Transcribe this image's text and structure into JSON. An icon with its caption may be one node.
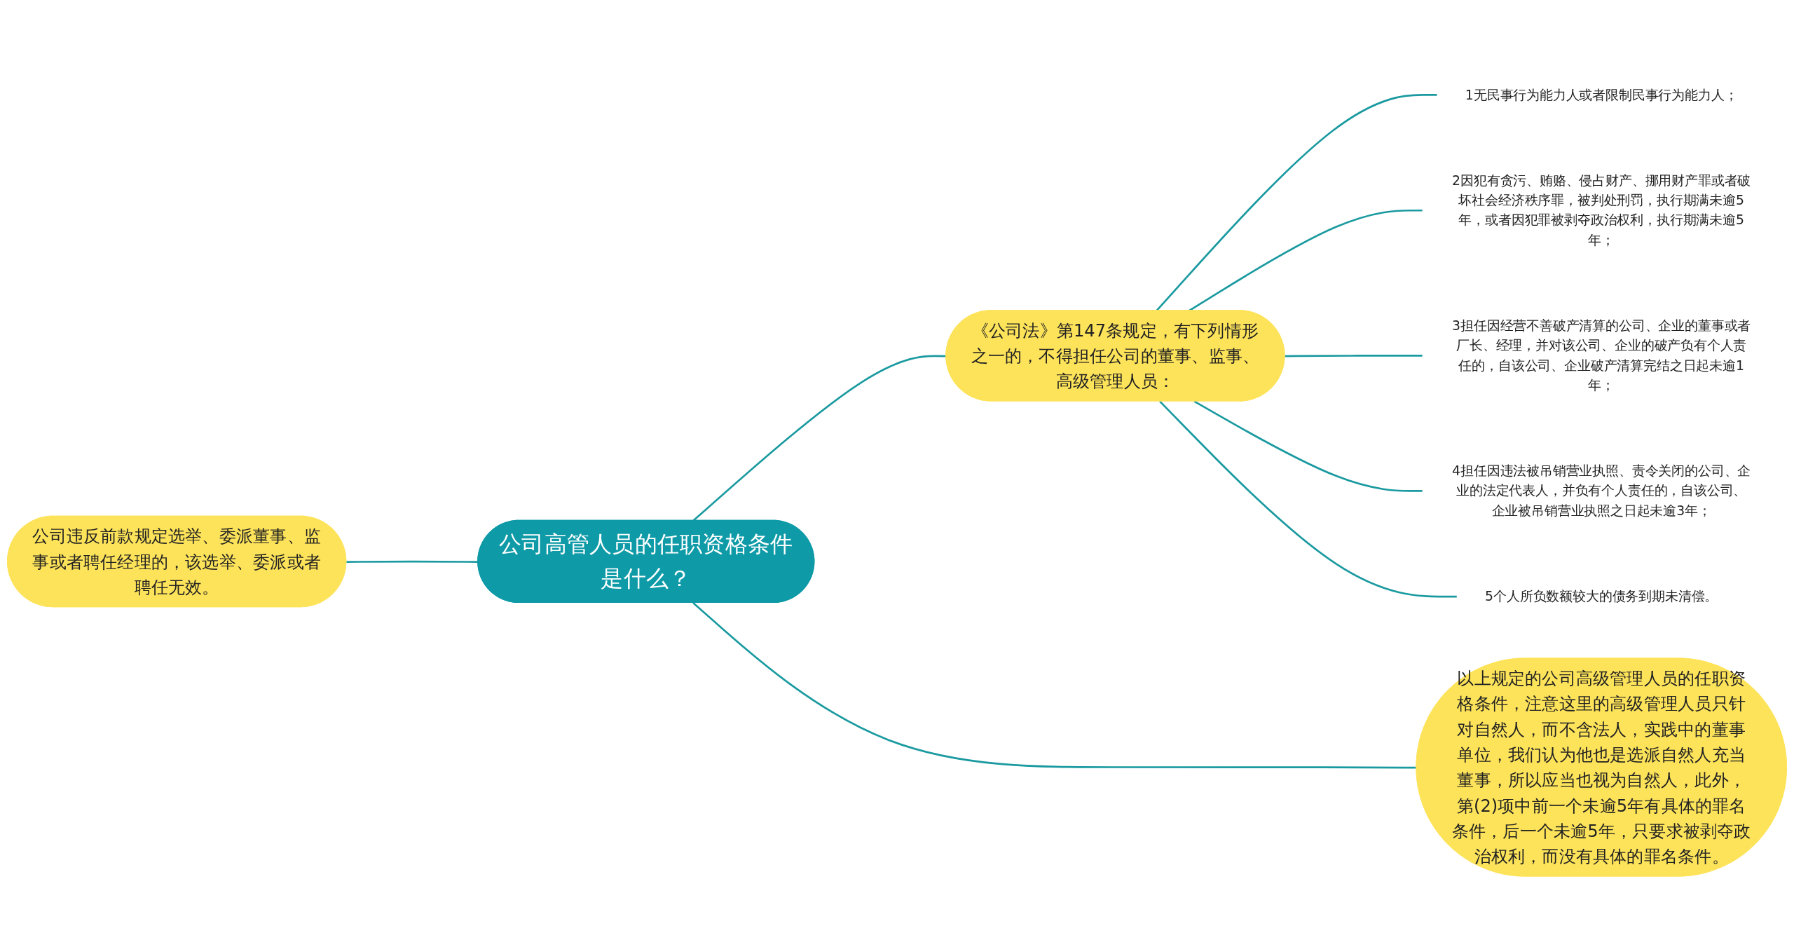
{
  "diagram": {
    "nodes": [
      {
        "text": [
          "公司高管人员的任职资格条件是什么？"
        ]
      },
      {
        "text": [
          "公司违反前款规定选举、委派董事、监事或者聘任经理的，该选举、委派或者聘任无效。"
        ]
      },
      {
        "text": [
          "《公司法》第147条规定，有下列情形之一的，不得担任公司的董事、监事、高级管理人员："
        ]
      },
      {
        "text": [
          "1无民事行为能力人或者限制民事行为能力人；"
        ]
      },
      {
        "text": [
          "2因犯有贪污、贿赂、侵占财产、挪用财产罪或者破坏社会经济秩序罪，被判处刑罚，执行期满未逾5年，或者因犯罪被剥夺政治权利，执行期满未逾5年；"
        ]
      },
      {
        "text": [
          "3担任因经营不善破产清算的公司、企业的董事或者厂长、经理，并对该公司、企业的破产负有个人责任的，自该公司、企业破产清算完结之日起未逾1年；"
        ]
      },
      {
        "text": [
          "4担任因违法被吊销营业执照、责令关闭的公司、企业的法定代表人，并负有个人责任的，自该公司、企业被吊销营业执照之日起未逾3年；"
        ]
      },
      {
        "text": [
          "5个人所负数额较大的债务到期未清偿。"
        ]
      },
      {
        "text": [
          "以上规定的公司高级管理人员的任职资格条件，注意这里的高级管理人员只针对自然人，而不含法人，实践中的董事单位，我们认为他也是选派自然人充当董事，所以应当也视为自然人，此外，第(2)项中前一个未逾5年有具体的罪名条件，后一个未逾5年，只要求被剥夺政治权利，而没有具体的罪名条件。"
        ]
      }
    ],
    "edges": [
      {
        "from": 1,
        "to": 0,
        "arrow": "none"
      },
      {
        "from": 0,
        "to": 2,
        "arrow": "none"
      },
      {
        "from": 0,
        "to": 8,
        "arrow": "none"
      },
      {
        "from": 2,
        "to": 3,
        "arrow": "none"
      },
      {
        "from": 2,
        "to": 4,
        "arrow": "none"
      },
      {
        "from": 2,
        "to": 5,
        "arrow": "none"
      },
      {
        "from": 2,
        "to": 6,
        "arrow": "none"
      },
      {
        "from": 2,
        "to": 7,
        "arrow": "none"
      }
    ]
  }
}
